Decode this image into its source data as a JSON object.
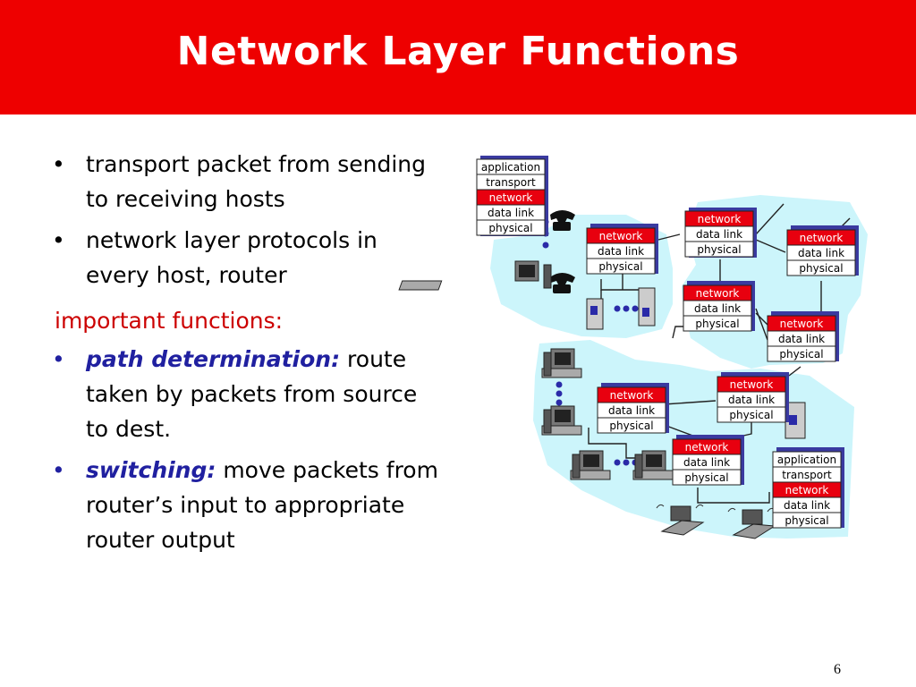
{
  "slide": {
    "title": "Network Layer Functions",
    "page_number": "6",
    "bullets_top": [
      "transport packet from sending to receiving hosts",
      "network layer protocols in every host, router"
    ],
    "section_heading": "important functions:",
    "functions": [
      {
        "keyword": "path determination:",
        "text": " route taken by packets from source to dest."
      },
      {
        "keyword": "switching:",
        "text": " move packets from router’s input to appropriate router output"
      }
    ]
  },
  "diagram": {
    "stack_labels": {
      "application": "application",
      "transport": "transport",
      "network": "network",
      "data_link": "data link",
      "physical": "physical"
    }
  },
  "colors": {
    "title_bar": "#ee0000",
    "keyword": "#2020a0",
    "heading": "#cc0000",
    "network_cell": "#e8000f",
    "cloud": "#ccf5fb",
    "stack_shadow": "#3a3aa0"
  }
}
